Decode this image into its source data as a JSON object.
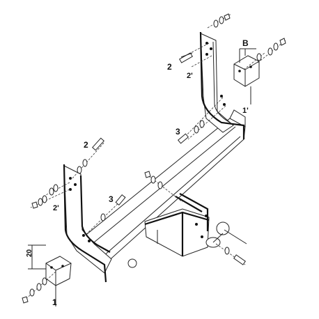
{
  "labels": {
    "bracket_b": "B",
    "bolt_2_top": "2",
    "spacer_2p_top": "2'",
    "plate_1p_top": "1'",
    "bolt_3_mid": "3",
    "bolt_2_left": "2",
    "spacer_2p_left": "2'",
    "bolt_3_low": "3",
    "dimension_20": "20",
    "plate_1_bottom": "1"
  }
}
